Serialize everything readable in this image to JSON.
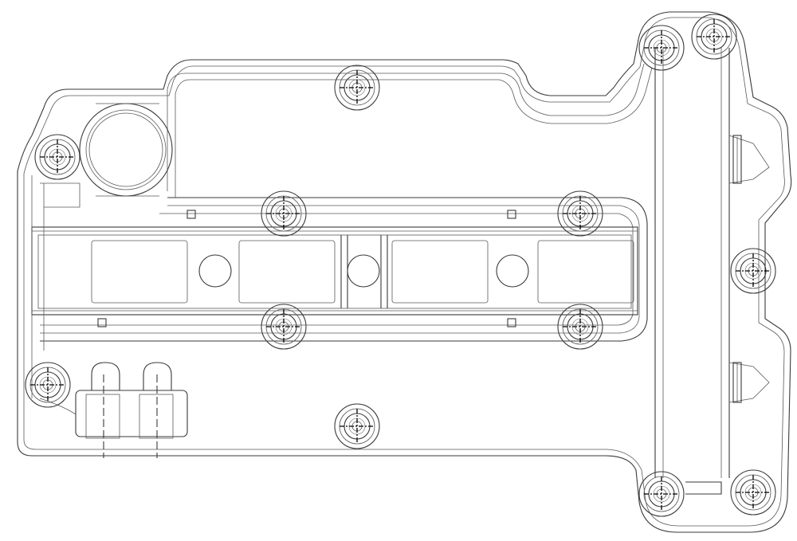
{
  "drawing": {
    "subject": "valve-cover-outline",
    "line_color": "#3a3a3a",
    "background": "#ffffff",
    "bolt_boss_count": 13,
    "spark_plug_well_count": 4
  }
}
